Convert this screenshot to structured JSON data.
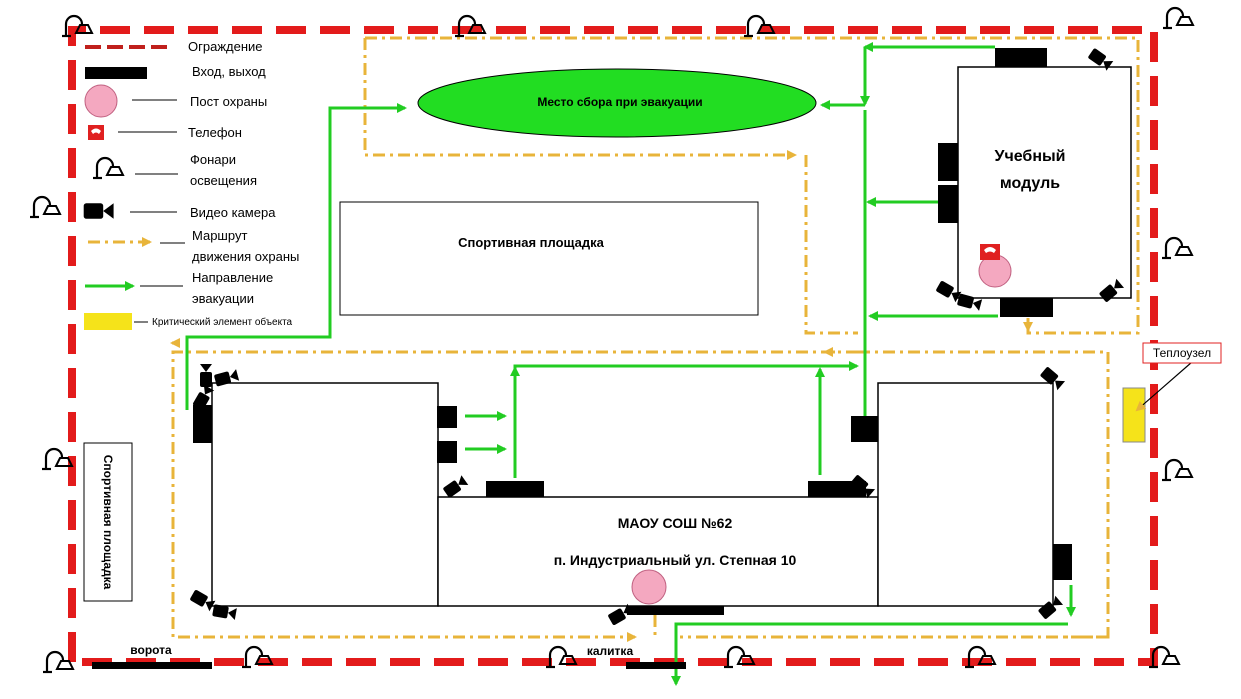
{
  "legend": {
    "fence": "Ограждение",
    "entrance": "Вход, выход",
    "guard_post": "Пост охраны",
    "phone": "Телефон",
    "lights_line1": "Фонари",
    "lights_line2": "освещения",
    "camera": "Видео камера",
    "route_line1": "Маршрут",
    "route_line2": "движения охраны",
    "evac_line1": "Направление",
    "evac_line2": "эвакуации",
    "critical": "Критический элемент объекта"
  },
  "labels": {
    "assembly_point": "Место сбора при эвакуации",
    "sports_ground_center": "Спортивная площадка",
    "sports_ground_left": "Спортивная площадка",
    "study_module_line1": "Учебный",
    "study_module_line2": "модуль",
    "school_name": "МАОУ СОШ №62",
    "school_address": "п. Индустриальный ул. Степная 10",
    "heat_unit": "Теплоузел",
    "gate": "ворота",
    "wicket": "калитка"
  },
  "colors": {
    "fence": "#e31b1b",
    "route": "#e8b43a",
    "evacuation": "#22cc22",
    "assembly_fill": "#22dd22",
    "guard_post": "#f4a8c0",
    "critical": "#f5e31a",
    "phone": "#e02020"
  }
}
